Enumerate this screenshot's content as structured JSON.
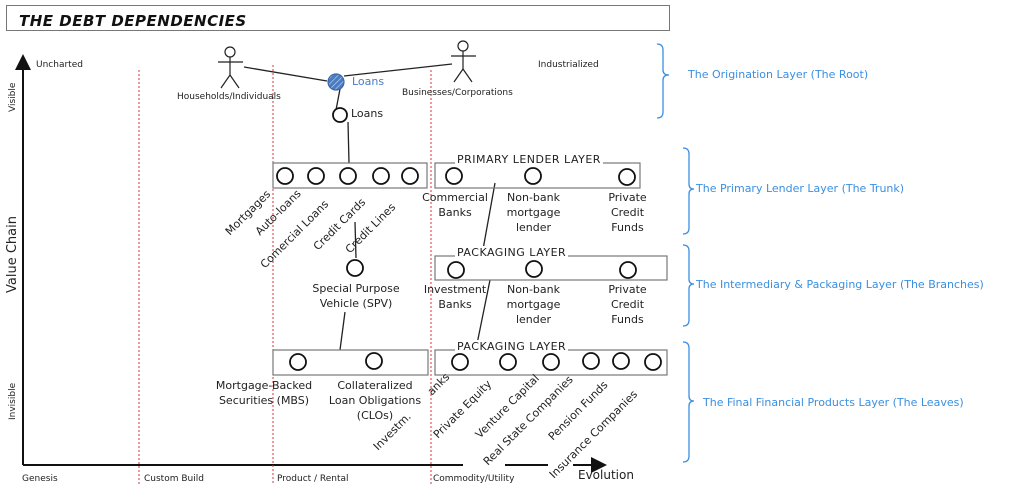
{
  "title": "THE DEBT DEPENDENCIES",
  "axes": {
    "y_label": "Value Chain",
    "y_top": "Visible",
    "y_bottom": "Invisible",
    "x_label": "Evolution",
    "stages": [
      "Genesis",
      "Custom Build",
      "Product / Rental",
      "Commodity/Utility"
    ],
    "region_labels": {
      "top_left": "Uncharted",
      "top_right": "Industrialized"
    }
  },
  "actors": [
    {
      "label": "Households/Individuals"
    },
    {
      "label": "Businesses/Corporations"
    }
  ],
  "root_nodes": {
    "loans_highlight": "Loans",
    "loans": "Loans"
  },
  "loan_types": [
    "Mortgages",
    "Auto-loans",
    "Comercial Loans",
    "Credit Cards",
    "Credit Lines"
  ],
  "primary_lender_layer": {
    "title": "PRIMARY LENDER LAYER",
    "items": [
      "Commercial Banks",
      "Non-bank mortgage lender",
      "Private Credit Funds"
    ]
  },
  "spv": {
    "label": "Special Purpose Vehicle (SPV)"
  },
  "packaging_layer": {
    "title": "PACKAGING LAYER",
    "items": [
      "Investment Banks",
      "Non-bank mortgage lender",
      "Private Credit Funds"
    ]
  },
  "securities": [
    "Mortgage-Backed Securities (MBS)",
    "Collateralized Loan Obligations (CLOs)"
  ],
  "final_layer": {
    "title": "PACKAGING LAYER",
    "items": [
      "Investm.",
      "anks",
      "Private Equity",
      "Venture Capital",
      "Real State Companies",
      "Pension Funds",
      "Insurance Companies"
    ]
  },
  "layers": [
    "The Origination Layer (The Root)",
    "The Primary Lender Layer (The Trunk)",
    "The Intermediary & Packaging Layer (The Branches)",
    "The Final Financial Products Layer (The Leaves)"
  ],
  "colors": {
    "accent": "#3b8fe0",
    "node_fill": "#4a7cc4",
    "stage_line": "#d9363e",
    "ink": "#222222"
  }
}
